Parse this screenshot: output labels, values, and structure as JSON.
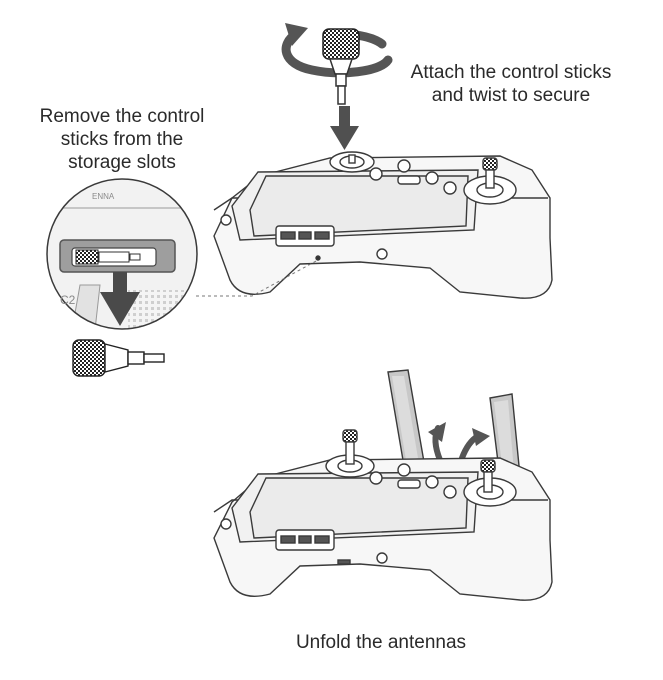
{
  "steps": {
    "attach": {
      "line1": "Attach the control sticks",
      "line2": "and twist to secure"
    },
    "remove": {
      "line1": "Remove the control",
      "line2": "sticks from the",
      "line3": "storage slots"
    },
    "unfold": {
      "line1": "Unfold the antennas"
    }
  },
  "zoom_inset": {
    "label_top": "ENNA",
    "label_slot": "C2"
  },
  "icons": [
    "rotate-arrow-icon",
    "down-arrow-icon",
    "curved-arrow-icon"
  ]
}
